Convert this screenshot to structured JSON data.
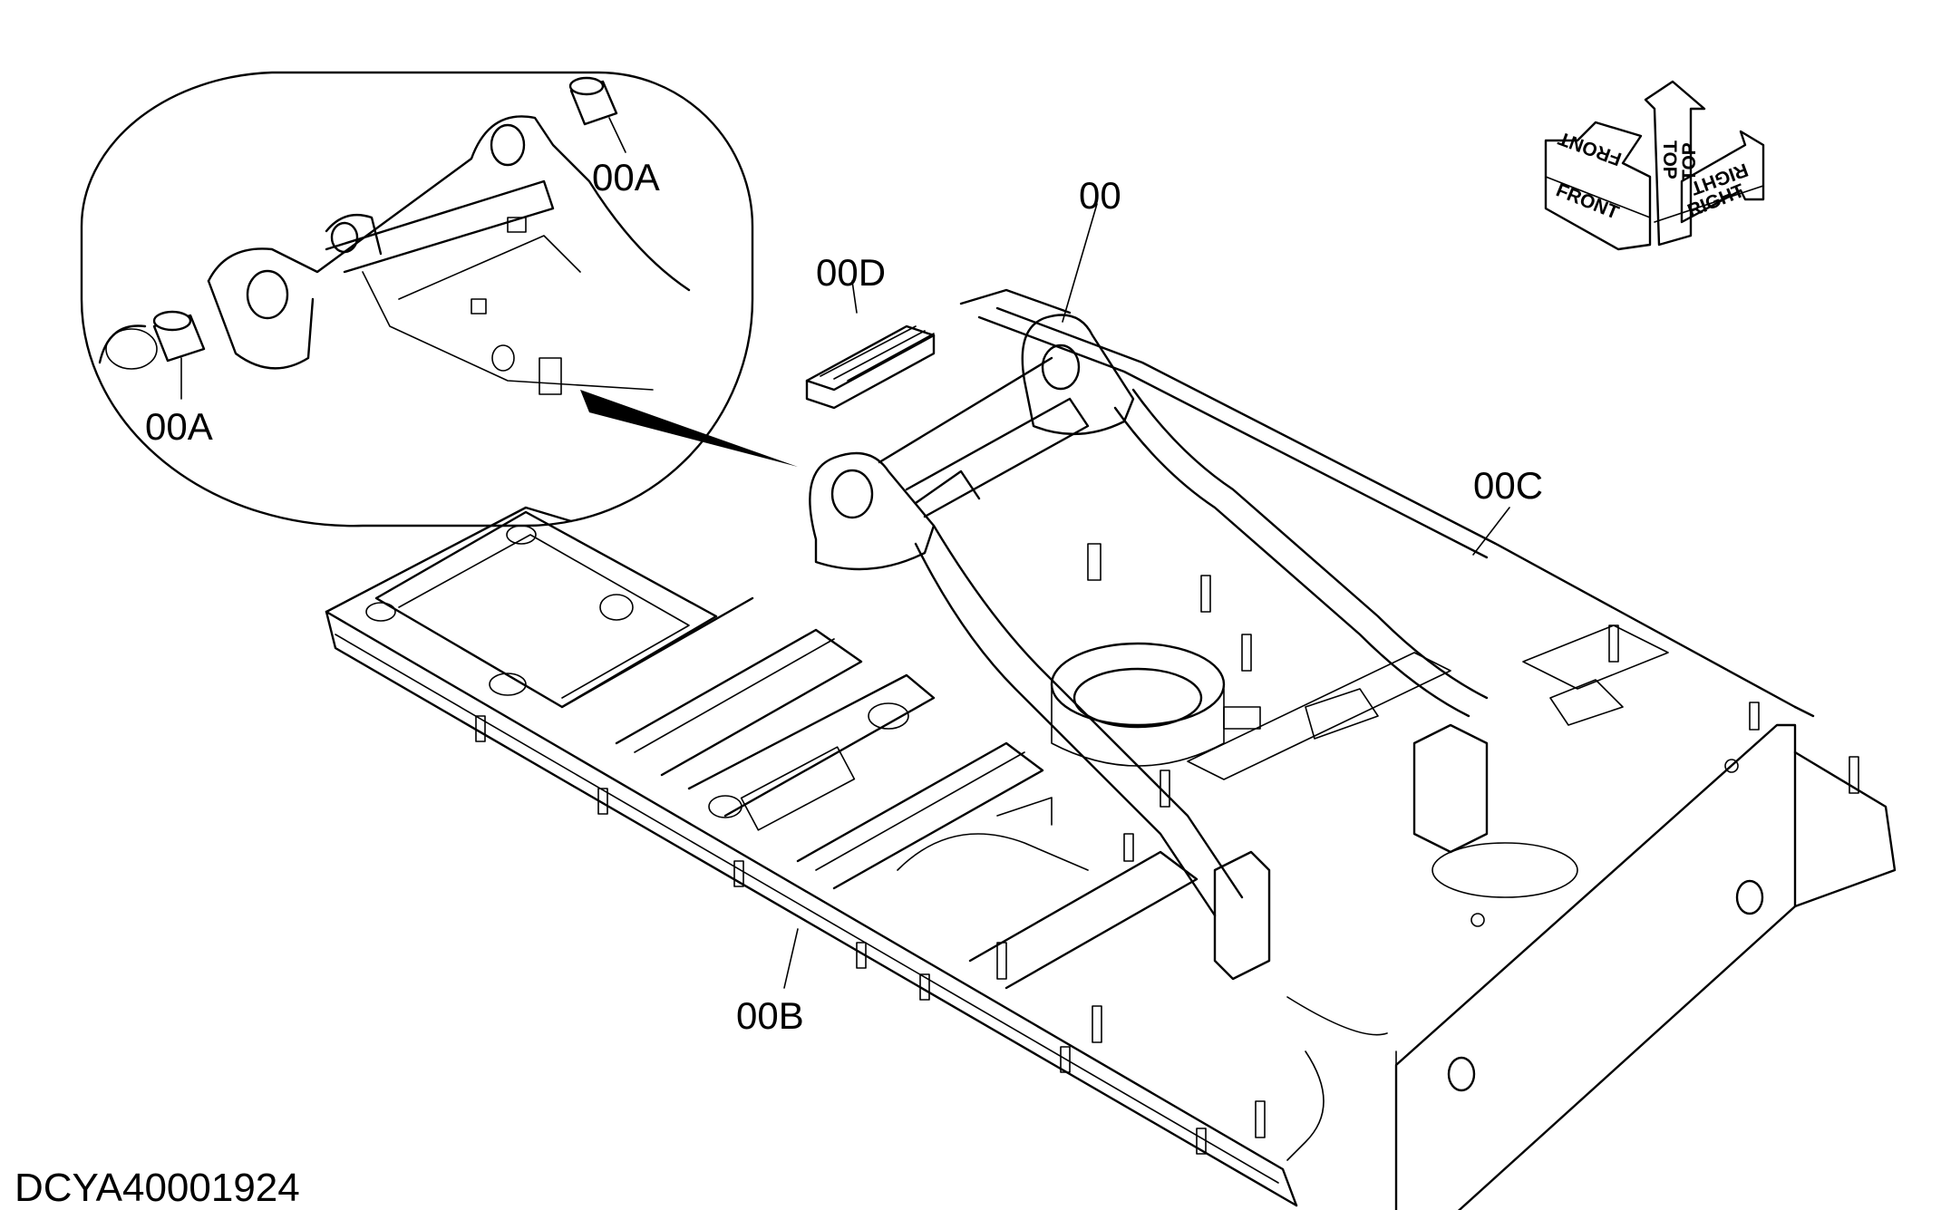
{
  "document_id": "DCYA40001924",
  "callouts": {
    "main": "00",
    "bushing_upper": "00A",
    "bushing_lower": "00A",
    "side_left": "00B",
    "side_right": "00C",
    "step": "00D"
  },
  "orientation_indicator": {
    "front": "FRONT",
    "top": "TOP",
    "right": "RIGHT"
  }
}
